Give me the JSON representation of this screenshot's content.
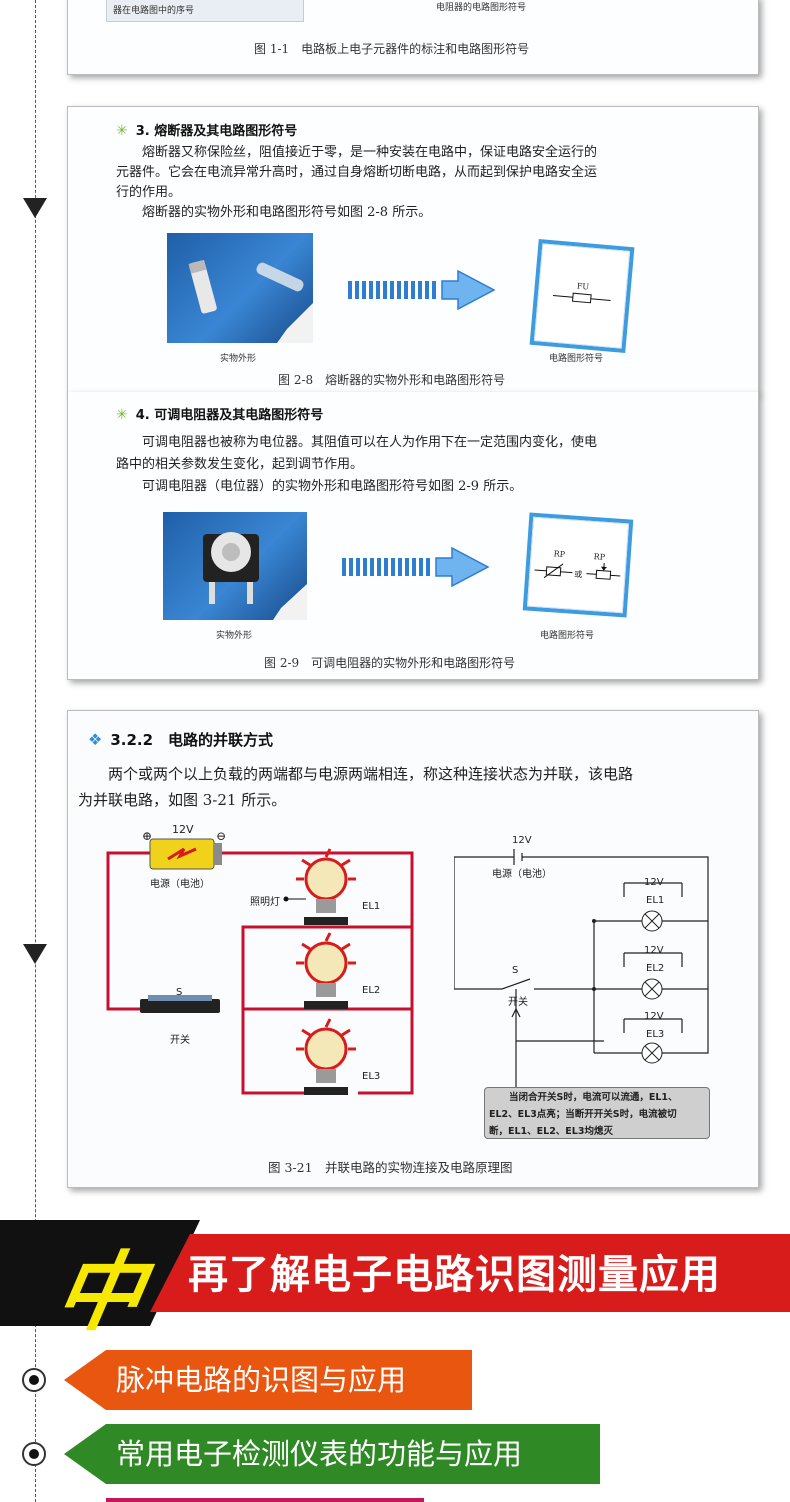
{
  "top_panel": {
    "card_text": "器在电路图中的序号",
    "card_text2": "电阻器的电路图形符号",
    "caption": "图 1-1　电路板上电子元器件的标注和电路图形符号"
  },
  "fuse_panel": {
    "heading": "3. 熔断器及其电路图形符号",
    "para1_line1": "熔断器又称保险丝，阻值接近于零，是一种安装在电路中，保证电路安全运行的",
    "para1_line2": "元器件。它会在电流异常升高时，通过自身熔断切断电路，从而起到保护电路安全运",
    "para1_line3": "行的作用。",
    "para2": "熔断器的实物外形和电路图形符号如图 2-8 所示。",
    "photo_label": "实物外形",
    "symbol_label": "电路图形符号",
    "symbol_text": "FU",
    "caption": "图 2-8　熔断器的实物外形和电路图形符号"
  },
  "pot_panel": {
    "heading": "4. 可调电阻器及其电路图形符号",
    "para1_line1": "可调电阻器也被称为电位器。其阻值可以在人为作用下在一定范围内变化，使电",
    "para1_line2": "路中的相关参数发生变化，起到调节作用。",
    "para2": "可调电阻器（电位器）的实物外形和电路图形符号如图 2-9 所示。",
    "photo_label": "实物外形",
    "symbol_label": "电路图形符号",
    "symbol_rp1": "RP",
    "symbol_rp2": "RP",
    "symbol_or": "或",
    "caption": "图 2-9　可调电阻器的实物外形和电路图形符号"
  },
  "parallel_panel": {
    "heading": "3.2.2　电路的并联方式",
    "para_line1": "两个或两个以上负载的两端都与电源两端相连，称这种连接状态为并联，该电路",
    "para_line2": "为并联电路，如图 3-21 所示。",
    "left": {
      "battery_v": "12V",
      "plus": "⊕",
      "minus": "⊖",
      "power": "电源（电池）",
      "lamp_label": "照明灯",
      "el1": "EL1",
      "el2": "EL2",
      "el3": "EL3",
      "switch_s": "S",
      "switch": "开关"
    },
    "right": {
      "battery_v": "12V",
      "power": "电源（电池）",
      "s": "S",
      "switch": "开关",
      "v1": "12V",
      "v2": "12V",
      "v3": "12V",
      "el1": "EL1",
      "el2": "EL2",
      "el3": "EL3"
    },
    "note_line1": "当闭合开关S时，电流可以流通，EL1、",
    "note_line2": "EL2、EL3点亮；当断开开关S时，电流被切",
    "note_line3": "断，EL1、EL2、EL3均熄灭",
    "caption": "图 3-21　并联电路的实物连接及电路原理图"
  },
  "banner": {
    "char": "中",
    "text": "再了解电子电路识图测量应用"
  },
  "tags": [
    {
      "label": "脉冲电路的识图与应用",
      "color": "#e8560f"
    },
    {
      "label": "常用电子检测仪表的功能与应用",
      "color": "#2f8a26"
    }
  ],
  "colors": {
    "accent_blue": "#3d9be0",
    "wire_red": "#c8102e",
    "banner_red": "#d81b1b",
    "banner_yellow": "#f6e800"
  }
}
